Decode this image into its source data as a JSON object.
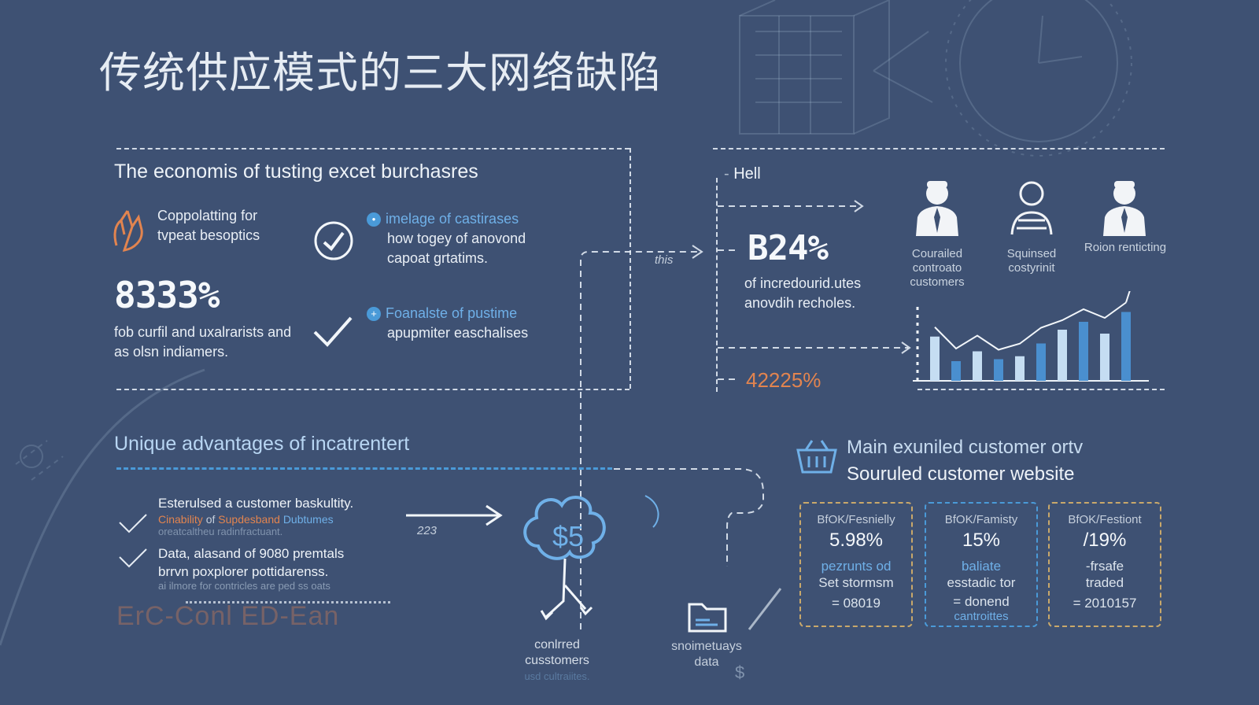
{
  "title": "传统供应模式的三大网络缺陷",
  "left_panel": {
    "heading": "The economis of tusting excet burchasres",
    "item1_text": "Coppolatting for tvpeat besoptics",
    "bullet1_title": "imelage of castirases",
    "bullet1_text": "how togey of anovond capoat grtatims.",
    "stat": "8333%",
    "stat_text": "fob curfil and uxalrarists and as olsn indiamers.",
    "bullet2_title": "Foanalste of pustime",
    "bullet2_text": "apupmiter easchalises",
    "connector_label": "this"
  },
  "right_panel": {
    "header": "Hell",
    "stat": "B24%",
    "stat_text": "of incredourid.utes anovdih recholes.",
    "stat2": "42225%",
    "people": [
      {
        "label": "Courailed controato customers"
      },
      {
        "label": "Squinsed costyrinit"
      },
      {
        "label": "Roion renticting"
      }
    ],
    "chart_data": {
      "type": "bar",
      "values": [
        45,
        20,
        30,
        22,
        25,
        38,
        52,
        60,
        48,
        70
      ]
    }
  },
  "advantages": {
    "heading": "Unique advantages of incatrentert",
    "item1": "Esterulsed a customer baskultity.",
    "item1_sub_a": "Cinability",
    "item1_sub_b": "of",
    "item1_sub_c": "Supdesband",
    "item1_sub_d": "Dubtumes",
    "item1_sub2": "oreatcaltheu radinfractuant.",
    "item2": "Data, alasand of 9080 premtals",
    "item2_sub": "brrvn poxplorer pottidarenss.",
    "item2_sub2": "ai ilmore for contricles are ped ss oats",
    "faded_text": "ErC-Conl ED-Ean",
    "arrow_label": "223"
  },
  "bottom_center": {
    "tree_symbol": "$5",
    "tree_label1": "conlrred",
    "tree_label2": "cusstomers",
    "tree_label3": "usd cultraiites.",
    "folder_label1": "snoimetuays",
    "folder_label2": "data",
    "dollar": "$"
  },
  "bottom_right": {
    "heading1": "Main exuniled customer ortv",
    "heading2": "Souruled customer website",
    "cards": [
      {
        "l1": "BfOK/Fesnielly",
        "l2": "5.98%",
        "l3": "pezrunts od",
        "l3b": "Set stormsm",
        "l4": "= 08019"
      },
      {
        "l1": "BfOK/Famisty",
        "l2": "15%",
        "l3": "baliate",
        "l3b": "esstadic tor",
        "l4": "= donend",
        "l5": "cantroittes"
      },
      {
        "l1": "BfOK/Festiont",
        "l2": "/19%",
        "l3": "-frsafe",
        "l3b": "traded",
        "l4": "= 2010157"
      }
    ]
  },
  "colors": {
    "background": "#3e5173",
    "accent_blue": "#4a9ad8",
    "accent_orange": "#e2844f",
    "card_gold": "#c9a86a"
  }
}
